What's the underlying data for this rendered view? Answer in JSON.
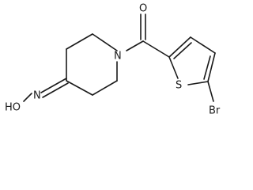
{
  "structure": {
    "atoms": {
      "oxygen_carbonyl": "O",
      "nitrogen_ring": "N",
      "sulfur_ring": "S",
      "bromine": "Br",
      "oxime_group": "HO",
      "oxime_nitrogen": "N"
    }
  }
}
